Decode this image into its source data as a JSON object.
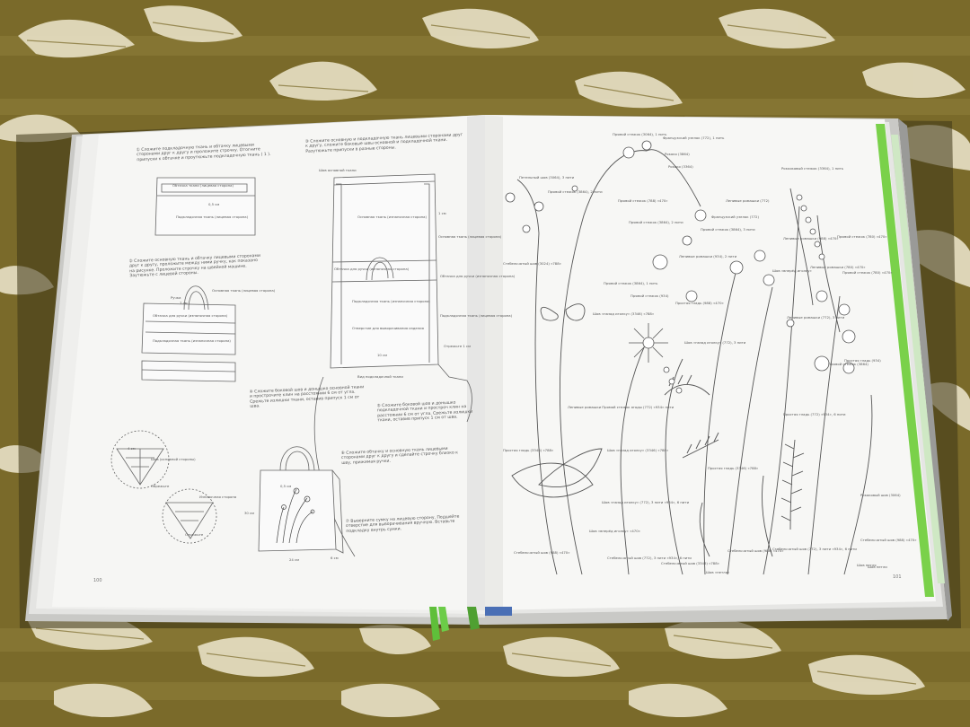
{
  "colors": {
    "tablecloth_olive": "#7a6a2a",
    "tablecloth_pattern": "#e8e1c6",
    "page_paper": "#f6f6f4",
    "ribbon_green": "#5fbf3a",
    "spine_blue": "#4a6fb5"
  },
  "left_page": {
    "page_number": "100",
    "steps": [
      "① Сложите подкладочную ткань и обтачку лицевыми сторонами друг к другу и проложите строчку. Отогните припуски к обтачке и проутюжьте подкладочную ткань ( 1 ).",
      "② Сложите основную ткань и обтачку лицевыми сторонами друг к другу, проложите между ними ручку, как показано на рисунке. Проложите строчку на швейной машине. Заутюжьте с лицевой стороны.",
      "③ Сложите основную и подкладочную ткань лицевыми сторонами друг к другу, сложите боковые швы основной и подкладочной ткани. Разутюжьте припуски в разные стороны.",
      "④ Сложите боковой шов и донышко основной ткани и прострочите клин на расстоянии 6 см от угла. Срежьте излишки ткани, оставив припуск 1 см от шва.",
      "⑤ Сложите боковой шов и донышко подкладочной ткани и простроч клин на расстоянии 6 см от угла. Срежьте излишки ткани, оставив припуск 1 см от шва.",
      "⑥ Сложите обтачку и основную ткань лицевыми сторонами друг к другу и сделайте строчку близко к шву, прижимая ручки.",
      "⑦ Выверните сумку на лицевую сторону. Подшейте отверстие для выворачивания вручную. Вставьте подкладку внутрь сумки."
    ],
    "labels": [
      "Обтачка ткани (лицевая сторона)",
      "Подкладочная ткань (лицевая сторона)",
      "Ручка",
      "Основная ткань (лицевая сторона)",
      "Обтачка для ручки (изнаночная сторона)",
      "Подкладочная ткань (изнаночная сторона)",
      "Шов (основной стороны)",
      "Шов основной ткани",
      "Основная ткань (изнаночная сторона)",
      "Обтачка для ручки (изнаночная сторона)",
      "Подкладочная ткань (изнаночная сторона)",
      "Отверстие для выворачивания изделия",
      "Вид подкладочной ткани",
      "Основная ткань (лицевая сторона)",
      "Обтачка для ручки (изнаночная сторона)",
      "Подкладочная ткань (лицевая сторона)",
      "Отрежьте 1 см",
      "Изнаночная сторона",
      "Обрежьте",
      "Отрежьте",
      "0,5 см",
      "1 см",
      "10 см",
      "7 см",
      "4 см",
      "30 см",
      "6 см",
      "24 см",
      "0,5 см"
    ]
  },
  "right_page": {
    "page_number": "101",
    "labels": [
      "Прямой стежок (3064), 1 нить",
      "Французский узелок (772), 1 нить",
      "Петельный шов (3064), 3 нити",
      "Рококо (3864)",
      "Прямой стежок (3864), 2 нити",
      "Рококо (3364)",
      "Роккоковый стежок (3364), 1 нить",
      "Прямой стежок (788) «470»",
      "Прямой стежок (3864), 2 нити",
      "Французский узелок (772)",
      "Ленивые ромашки (772)",
      "Прямой стежок (3864), 3 нити",
      "Стебельчатый шов (3024) «788»",
      "Прямой стежок (3864), 1 нить",
      "Ленивые ромашки (934), 2 нити",
      "Прямой стежок (934)",
      "Ленивые ромашки (780) «470»",
      "Прямой стежок (780) «470»",
      "Шов «вперёд иголку»",
      "Шов «назад иголку» (3346) «788»",
      "Шов «назад иголку» (772), 3 нити",
      "Ленивые ромашки (772), 3 нити",
      "Прямой стежок (3864)",
      "Ленивые ромашки Прямой стежок ягоды (772) «934» нити",
      "Простая гладь (3346) «788»",
      "Шов «назад иголку» (3346) «788»",
      "Простая гладь (3346) «788»",
      "Шов «назад иголку» (772), 3 нити «934», 6 нити",
      "Шов «вперёд иголку» «470»",
      "Стебельчатый шов (988) «470»",
      "Стебельчатый шов (772), 3 нити «934», 6 нити",
      "Стебельчатый шов (3346) «788»",
      "Стебельчатый шов (772), 3 нити «934», 6 нити",
      "Шов «петля»",
      "Ленивые ромашки (988) «470»",
      "Шов петля",
      "Простая гладь (772) «934», 6 нити",
      "Стебельчатый шов (988) «470»",
      "Рококовый шов (3064)",
      "Стебельчатый шов (988) «470»",
      "Простая гладь (988) «470»",
      "Прямой стежок (780) «470»",
      "Простая гладь (934)",
      "Шов петли"
    ]
  }
}
